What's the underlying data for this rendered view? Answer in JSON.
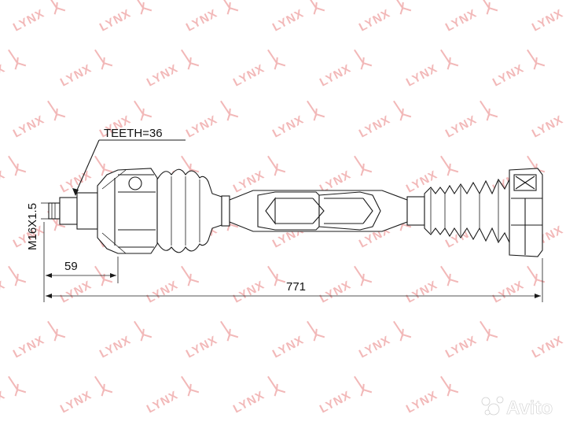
{
  "diagram": {
    "teeth_label": "TEETH=36",
    "thread_label": "M16X1.5",
    "short_dim": "59",
    "total_dim": "771"
  },
  "watermark": {
    "brand": "LYNX"
  },
  "avito": {
    "label": "Avito"
  },
  "colors": {
    "line": "#1a1a1a",
    "watermark": "#f2b8b8",
    "background": "#ffffff"
  }
}
